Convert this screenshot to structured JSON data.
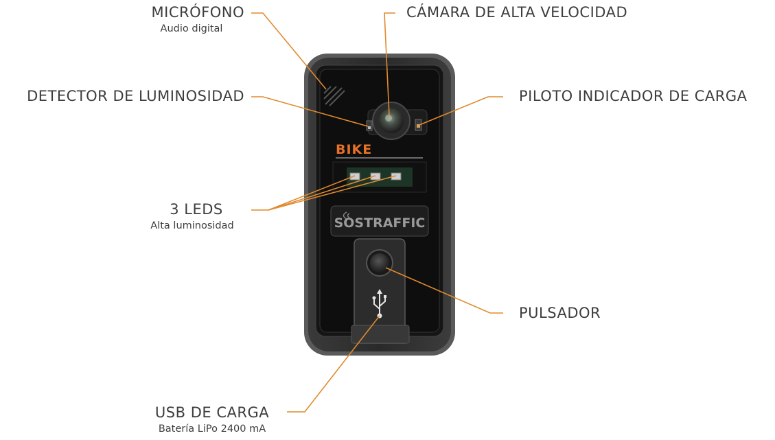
{
  "labels": {
    "microfono": {
      "title": "MICRÓFONO",
      "subtitle": "Audio digital"
    },
    "camara": {
      "title": "CÁMARA DE ALTA VELOCIDAD"
    },
    "detector": {
      "title": "DETECTOR DE LUMINOSIDAD"
    },
    "piloto": {
      "title": "PILOTO INDICADOR DE CARGA"
    },
    "leds": {
      "title": "3 LEDS",
      "subtitle": "Alta luminosidad"
    },
    "pulsador": {
      "title": "PULSADOR"
    },
    "usb": {
      "title": "USB DE CARGA",
      "subtitle": "Batería LiPo 2400 mA"
    }
  },
  "device": {
    "model_logo": "BIKE",
    "brand_logo": "SOSTRAFFIC"
  },
  "colors": {
    "leader_line": "#e08a2e",
    "label_text": "#3d3d3d",
    "device_body": "#2b2b2b",
    "accent": "#e5712a"
  },
  "icons": [
    "usb-icon",
    "sound-waves-icon"
  ]
}
